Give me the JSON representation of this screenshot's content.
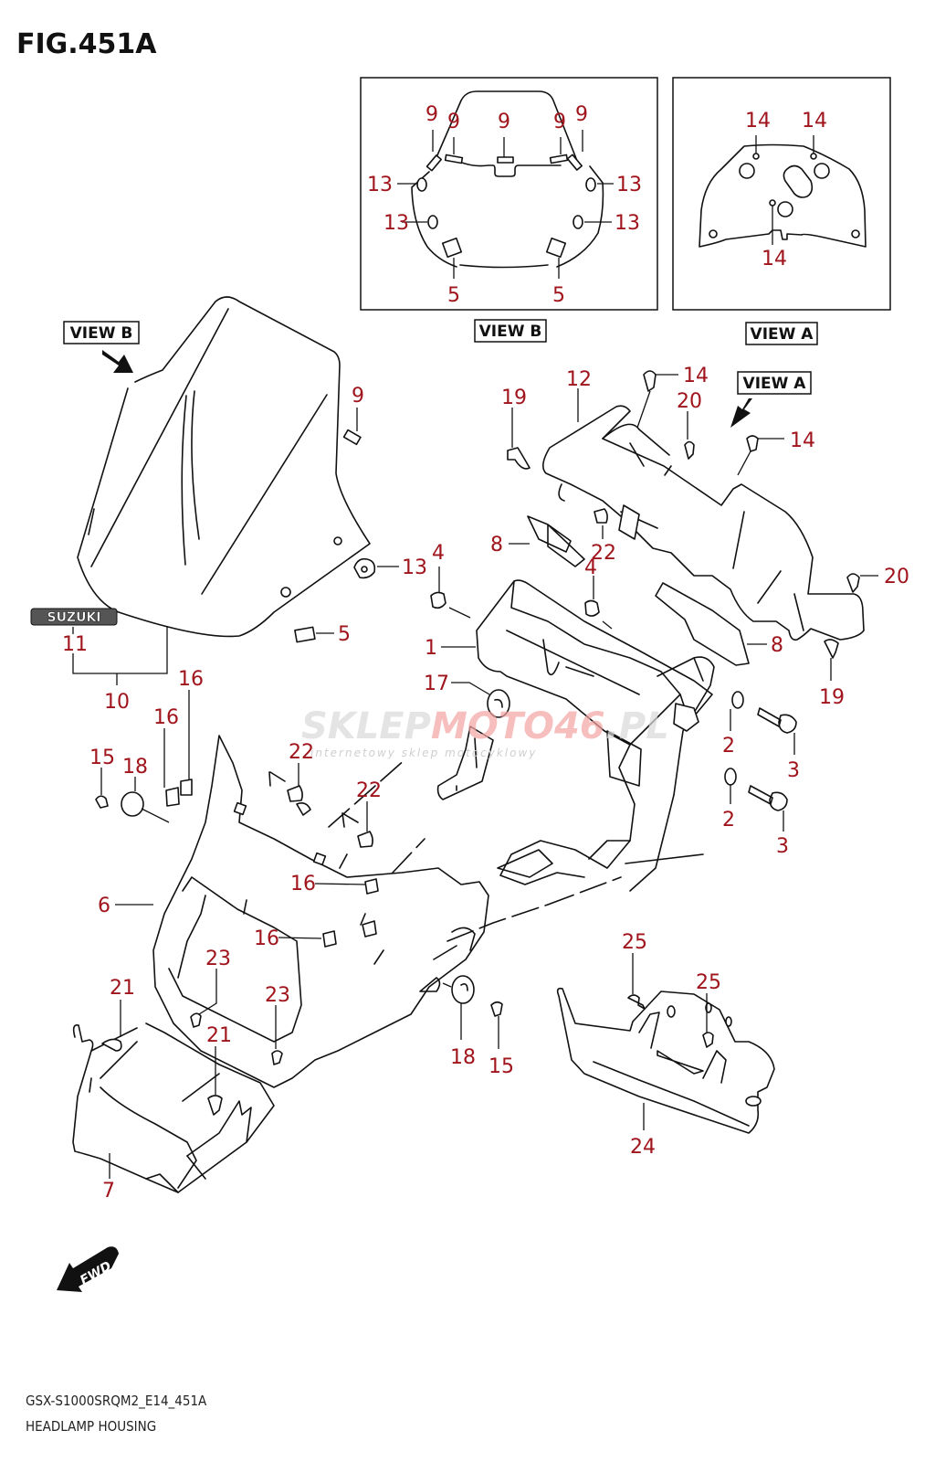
{
  "figure": {
    "title": "FIG.451A",
    "model_code": "GSX-S1000SRQM2_E14_451A",
    "section_name": "HEADLAMP HOUSING"
  },
  "views": {
    "view_b_label": "VIEW B",
    "view_a_label": "VIEW A"
  },
  "view_b_inset": {
    "callouts": [
      "9",
      "9",
      "9",
      "9",
      "9",
      "13",
      "13",
      "13",
      "13",
      "5",
      "5"
    ]
  },
  "view_a_inset": {
    "callouts": [
      "14",
      "14",
      "14"
    ]
  },
  "main_callouts": {
    "c9": "9",
    "c13": "13",
    "c5": "5",
    "c11": "11",
    "c10": "10",
    "c19a": "19",
    "c12": "12",
    "c14a": "14",
    "c20a": "20",
    "c14b": "14",
    "c8a": "8",
    "c22a": "22",
    "c4a": "4",
    "c4b": "4",
    "c20b": "20",
    "c1": "1",
    "c8b": "8",
    "c19b": "19",
    "c17": "17",
    "c2a": "2",
    "c3a": "3",
    "c2b": "2",
    "c3b": "3",
    "c16a": "16",
    "c16b": "16",
    "c15a": "15",
    "c18a": "18",
    "c22b": "22",
    "c22c": "22",
    "c16c": "16",
    "c6": "6",
    "c16d": "16",
    "c23a": "23",
    "c23b": "23",
    "c21a": "21",
    "c21b": "21",
    "c18b": "18",
    "c15b": "15",
    "c25a": "25",
    "c25b": "25",
    "c24": "24",
    "c7": "7"
  },
  "emblem": {
    "text": "SUZUKI"
  },
  "fwd_arrow": {
    "text": "FWD"
  },
  "watermark": {
    "brand_left": "SKLEP",
    "brand_mid": "MOTO",
    "brand_num": "46",
    "brand_tld": ".PL",
    "tagline": "internetowy sklep motocyklowy"
  },
  "colors": {
    "callout": "#a0141c",
    "line": "#111111"
  }
}
